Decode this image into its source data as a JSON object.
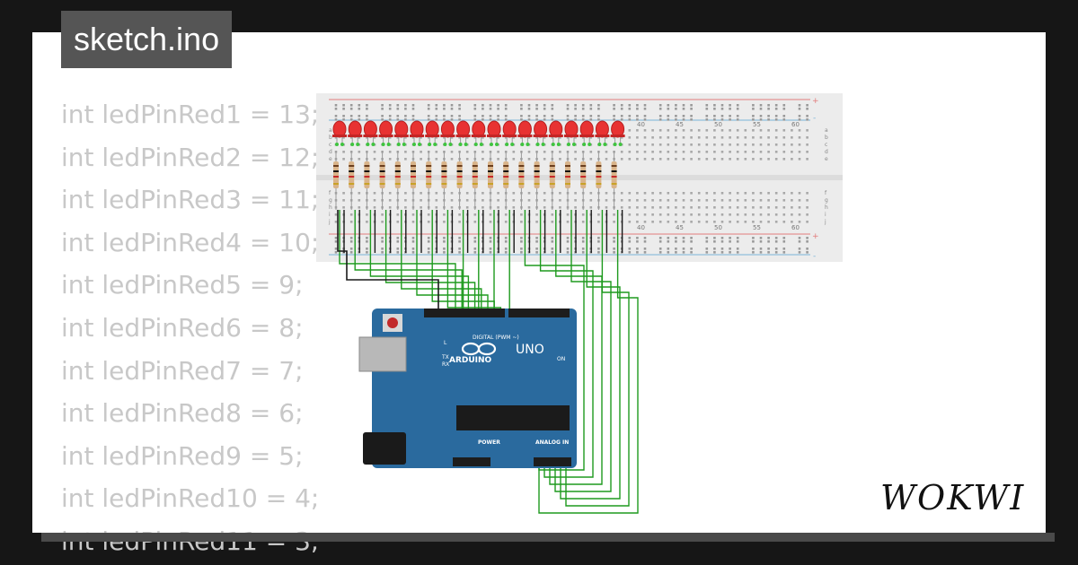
{
  "file_tab": {
    "label": "sketch.ino"
  },
  "code_lines": [
    "int ledPinRed1 = 13;",
    "int ledPinRed2 = 12;",
    "int ledPinRed3 = 11;",
    "int ledPinRed4 = 10;",
    "int ledPinRed5 = 9;",
    "int ledPinRed6 = 8;",
    "int ledPinRed7 = 7;",
    "int ledPinRed8 = 6;",
    "int ledPinRed9 = 5;",
    "int ledPinRed10 = 4;",
    "int ledPinRed11 = 3;"
  ],
  "breadboard": {
    "column_numbers": [
      "40",
      "45",
      "50",
      "55",
      "60"
    ],
    "row_letters_top": [
      "a",
      "b",
      "c",
      "d",
      "e"
    ],
    "row_letters_bottom": [
      "f",
      "g",
      "h",
      "i",
      "j"
    ],
    "led_count": 19,
    "led_color": "#e83232",
    "rail_plus": "+",
    "rail_minus": "-"
  },
  "arduino": {
    "brand": "ARDUINO",
    "model": "UNO",
    "digital_label": "DIGITAL (PWM ~)",
    "power_label": "POWER",
    "analog_label": "ANALOG IN",
    "led_l": "L",
    "led_tx": "TX",
    "led_rx": "RX",
    "led_on": "ON",
    "board_color": "#2a6a9e"
  },
  "wire_color": "#1e9a1e",
  "logo": {
    "text": "WOKWI"
  }
}
